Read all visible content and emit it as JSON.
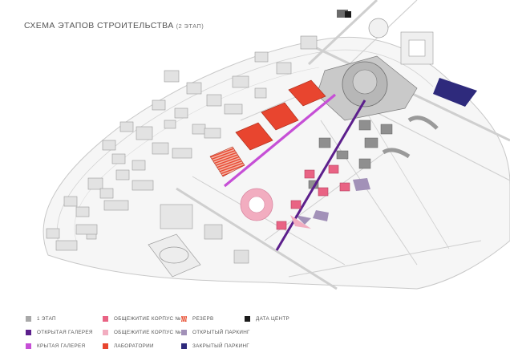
{
  "title": {
    "main": "СХЕМА ЭТАПОВ СТРОИТЕЛЬСТВА",
    "sub": "(2 ЭТАП)"
  },
  "colors": {
    "stage1": "#a9a9a9",
    "open_gallery": "#5c1f8c",
    "covered_gallery": "#c64fd6",
    "dorm3": "#e96384",
    "dorm4": "#f2adc0",
    "labs": "#e8452f",
    "reserve": "#e8452f",
    "open_parking": "#a291b8",
    "datacenter": "#1b1b1b",
    "closed_parking": "#2e2a7c"
  },
  "legend": [
    {
      "label": "1 ЭТАП",
      "color": "#a9a9a9",
      "pattern": "solid"
    },
    {
      "label": "ОТКРЫТАЯ ГАЛЕРЕЯ",
      "color": "#5c1f8c",
      "pattern": "solid"
    },
    {
      "label": "КРЫТАЯ ГАЛЕРЕЯ",
      "color": "#c64fd6",
      "pattern": "solid"
    },
    {
      "label": "ОБЩЕЖИТИЕ КОРПУС №3",
      "color": "#e96384",
      "pattern": "solid"
    },
    {
      "label": "ОБЩЕЖИТИЕ КОРПУС №4",
      "color": "#f2adc0",
      "pattern": "solid"
    },
    {
      "label": "ЛАБОРАТОРИИ",
      "color": "#e8452f",
      "pattern": "solid"
    },
    {
      "label": "РЕЗЕРВ",
      "color": "#e8452f",
      "pattern": "striped"
    },
    {
      "label": "ОТКРЫТЫЙ ПАРКИНГ",
      "color": "#a291b8",
      "pattern": "solid"
    },
    {
      "label": "ДАТА ЦЕНТР",
      "color": "#1b1b1b",
      "pattern": "solid"
    },
    {
      "label": "ЗАКРЫТЫЙ ПАРКИНГ",
      "color": "#2e2a7c",
      "pattern": "solid"
    }
  ]
}
